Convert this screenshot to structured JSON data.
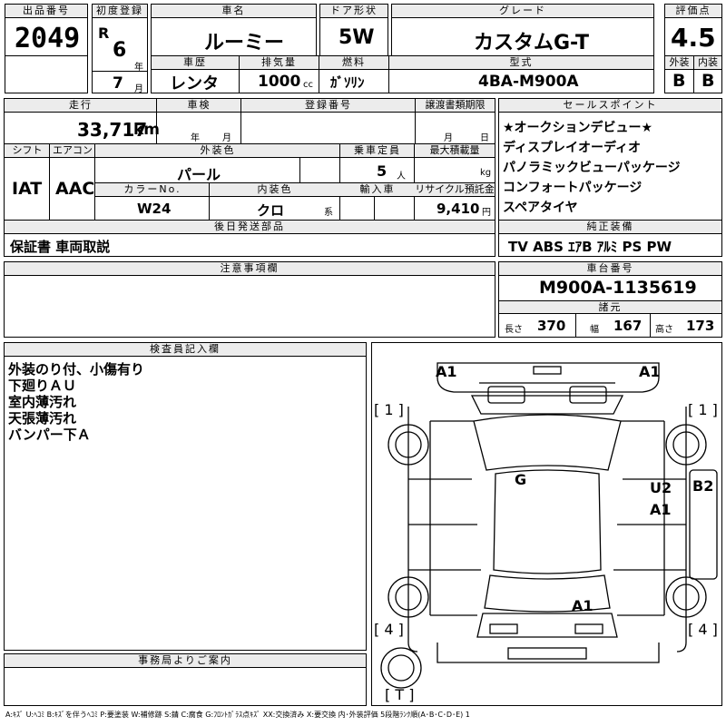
{
  "header": {
    "lot_label": "出品番号",
    "lot_value": "2049",
    "first_reg_label": "初度登録",
    "era": "R",
    "year_value": "6",
    "year_unit": "年",
    "month_value": "7",
    "month_unit": "月",
    "car_name_label": "車名",
    "car_name_value": "ルーミー",
    "door_label": "ドア形状",
    "door_value": "5W",
    "grade_label": "グレード",
    "grade_value": "カスタムG-T",
    "score_label": "評価点",
    "score_value": "4.5",
    "history_label": "車歴",
    "history_value": "レンタ",
    "displacement_label": "排気量",
    "displacement_value": "1000",
    "displacement_unit": "cc",
    "fuel_label": "燃料",
    "fuel_value": "ｶﾞｿﾘﾝ",
    "model_label": "型式",
    "model_value": "4BA-M900A",
    "exterior_label": "外装",
    "exterior_value": "B",
    "interior_label": "内装",
    "interior_value": "B"
  },
  "details": {
    "mileage_label": "走行",
    "mileage_value": "33,717",
    "mileage_unit": "km",
    "inspection_label": "車検",
    "inspection_year_unit": "年",
    "inspection_month_unit": "月",
    "registration_label": "登録番号",
    "transfer_label": "譲渡書類期限",
    "transfer_month_unit": "月",
    "transfer_day_unit": "日",
    "shift_label": "シフト",
    "shift_value": "IAT",
    "aircon_label": "エアコン",
    "aircon_value": "AAC",
    "ext_color_label": "外装色",
    "ext_color_value": "パール",
    "capacity_label": "乗車定員",
    "capacity_value": "5",
    "capacity_unit": "人",
    "load_label": "最大積載量",
    "load_unit": "kg",
    "color_no_label": "カラーNo.",
    "color_no_value": "W24",
    "int_color_label": "内装色",
    "int_color_value": "クロ",
    "int_color_suffix": "系",
    "import_label": "輸入車",
    "recycle_label": "リサイクル預託金",
    "recycle_value": "9,410",
    "recycle_unit": "円",
    "later_label": "後日発送部品",
    "later_value": "保証書 車両取説"
  },
  "sales_points": {
    "label": "セールスポイント",
    "items": [
      "★オークションデビュー★",
      "ディスプレイオーディオ",
      "パノラミックビューパッケージ",
      "コンフォートパッケージ",
      "スペアタイヤ"
    ]
  },
  "equipment": {
    "label": "純正装備",
    "value": "TV ABS ｴｱB ｱﾙﾐ PS PW"
  },
  "notes": {
    "label": "注意事項欄"
  },
  "chassis": {
    "label": "車台番号",
    "value": "M900A-1135619"
  },
  "dimensions": {
    "label": "諸元",
    "length_label": "長さ",
    "length_value": "370",
    "width_label": "幅",
    "width_value": "167",
    "height_label": "高さ",
    "height_value": "173"
  },
  "inspector": {
    "label": "検査員記入欄",
    "lines": [
      "外装のり付、小傷有り",
      "下廻りＡＵ",
      "室内薄汚れ",
      "天張薄汚れ",
      "バンパー下Ａ"
    ]
  },
  "office": {
    "label": "事務局よりご案内"
  },
  "diagram": {
    "marks": {
      "front_left": "A1",
      "front_right": "A1",
      "roof": "G",
      "door_u2": "U2",
      "door_a1": "A1",
      "side_b2": "B2",
      "rear": "A1"
    },
    "tire_fl": "[ 1 ]",
    "tire_fr": "[ 1 ]",
    "tire_rl": "[ 4 ]",
    "tire_rr": "[ 4 ]",
    "spare": "[ T ]"
  },
  "legend": "A:ｷｽﾞ U:ﾍｺﾐ B:ｷｽﾞを伴うﾍｺﾐ P:要塗装 W:補修跡 S:錆 C:腐食 G:ﾌﾛﾝﾄｶﾞﾗｽ点ｷｽﾞ XX:交換済み X:要交換  内･外装評価 5段階ﾗﾝｸ順(A･B･C･D･E) 1"
}
